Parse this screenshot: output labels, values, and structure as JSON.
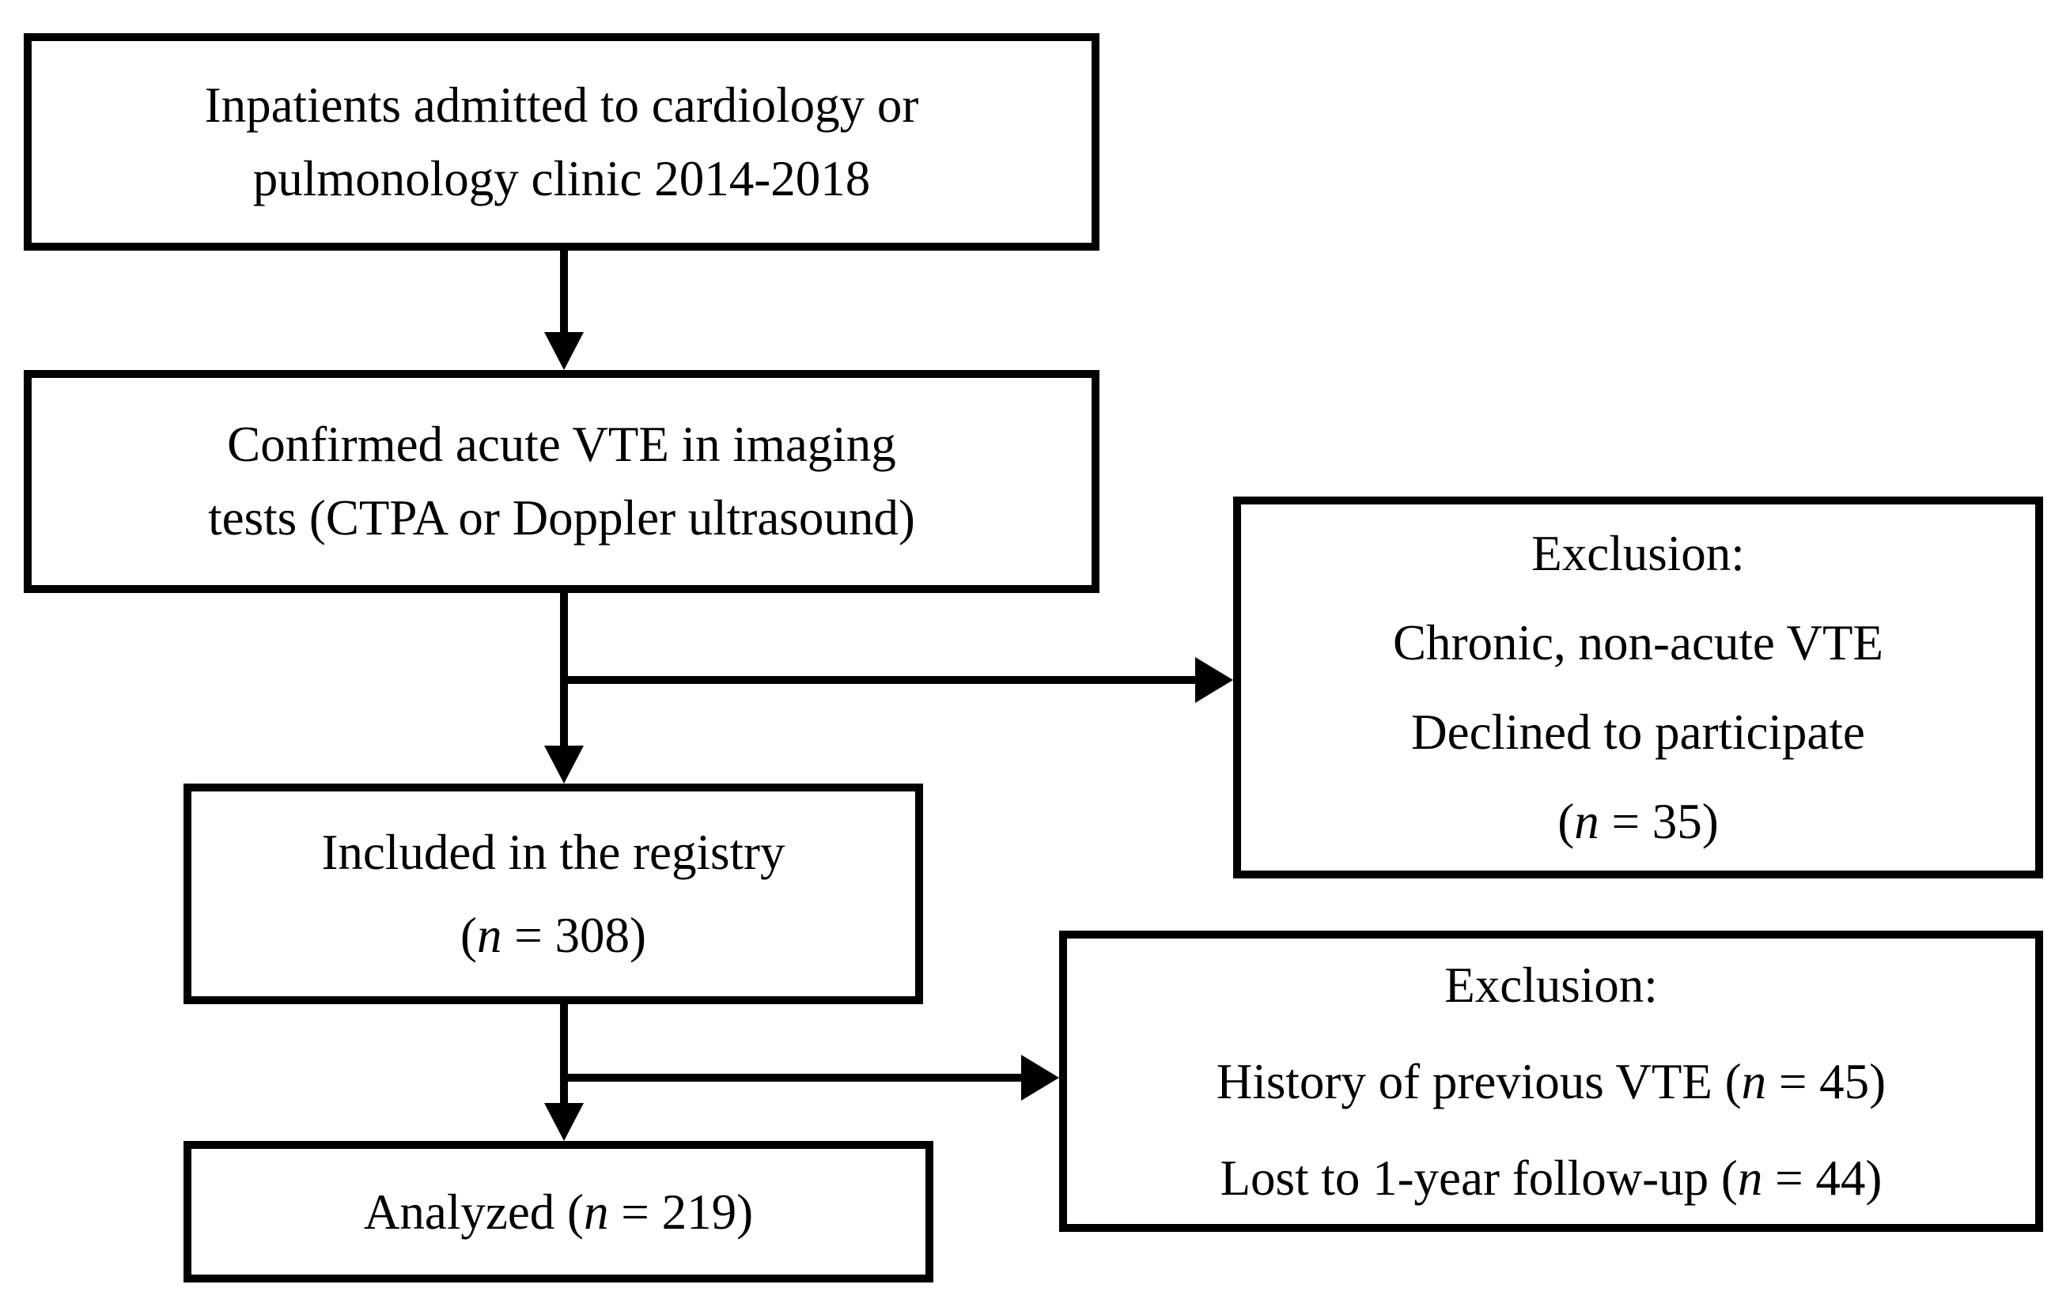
{
  "diagram": {
    "type": "flowchart",
    "background_color": "#ffffff",
    "line_color": "#000000",
    "text_color": "#000000",
    "nodes": {
      "inpatients": {
        "lines": [
          "Inpatients admitted to cardiology or",
          "pulmonology clinic 2014-2018"
        ]
      },
      "confirmed": {
        "lines": [
          "Confirmed acute VTE in imaging",
          "tests (CTPA or Doppler ultrasound)"
        ]
      },
      "exclusion1": {
        "lines": [
          "Exclusion:",
          "Chronic, non-acute VTE",
          "Declined to participate",
          "(n = 35)"
        ]
      },
      "registry": {
        "lines": [
          "Included in the registry",
          "(n = 308)"
        ]
      },
      "exclusion2": {
        "lines": [
          "Exclusion:",
          "History of previous VTE (n = 45)",
          "Lost to 1-year follow-up (n = 44)"
        ]
      },
      "analyzed": {
        "lines": [
          "Analyzed (n = 219)"
        ]
      }
    },
    "edges": [
      {
        "from": "inpatients",
        "to": "confirmed"
      },
      {
        "from": "confirmed",
        "to": "registry"
      },
      {
        "from": "confirmed",
        "to": "exclusion1"
      },
      {
        "from": "registry",
        "to": "analyzed"
      },
      {
        "from": "registry",
        "to": "exclusion2"
      }
    ]
  }
}
